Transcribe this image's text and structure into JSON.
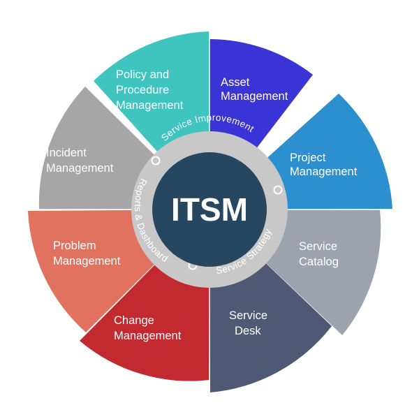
{
  "center": {
    "label": "ITSM"
  },
  "ring_labels": [
    "Service Improvement",
    "Service Strategy",
    "Reports & Dashboard"
  ],
  "segments": [
    {
      "id": "asset",
      "lines": [
        "Asset",
        "Management"
      ],
      "color": "#3a34d6"
    },
    {
      "id": "project",
      "lines": [
        "Project",
        "Management"
      ],
      "color": "#2c8fd0"
    },
    {
      "id": "catalog",
      "lines": [
        "Service",
        "Catalog"
      ],
      "color": "#9ca3af"
    },
    {
      "id": "desk",
      "lines": [
        "Service",
        "Desk"
      ],
      "color": "#4e5a73"
    },
    {
      "id": "change",
      "lines": [
        "Change",
        "Management"
      ],
      "color": "#c22a2f"
    },
    {
      "id": "problem",
      "lines": [
        "Problem",
        "Management"
      ],
      "color": "#e0725f"
    },
    {
      "id": "incident",
      "lines": [
        "Incident",
        "Management"
      ],
      "color": "#a6a6a6"
    },
    {
      "id": "policy",
      "lines": [
        "Policy and",
        "Procedure",
        "Management"
      ],
      "color": "#3fc4bf"
    }
  ],
  "colors": {
    "ring": "#c8c8c8",
    "core": "#26475f",
    "ring_dots_stroke": "#ffffff"
  }
}
